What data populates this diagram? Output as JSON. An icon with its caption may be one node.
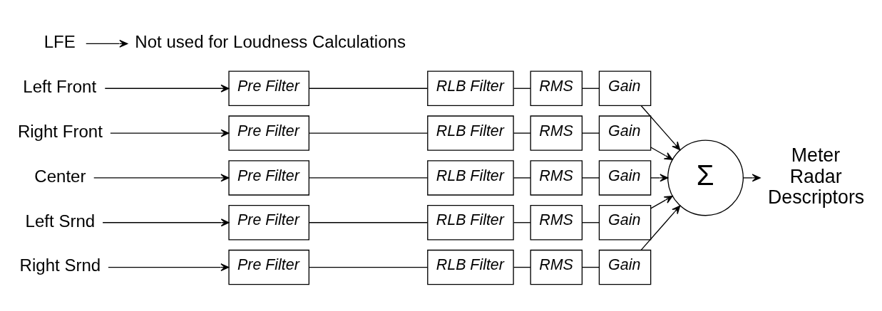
{
  "diagram": {
    "nodes": [
      {
        "text": [
          "Left Front"
        ]
      },
      {
        "text": [
          "Pre Filter"
        ]
      },
      {
        "text": [
          "RLB Filter"
        ]
      },
      {
        "text": [
          "RMS"
        ]
      },
      {
        "text": [
          "Gain"
        ]
      },
      {
        "text": [
          "Right Front"
        ]
      },
      {
        "text": [
          "Pre Filter"
        ]
      },
      {
        "text": [
          "RLB Filter"
        ]
      },
      {
        "text": [
          "RMS"
        ]
      },
      {
        "text": [
          "Gain"
        ]
      },
      {
        "text": [
          "Center"
        ]
      },
      {
        "text": [
          "Pre Filter"
        ]
      },
      {
        "text": [
          "RLB Filter"
        ]
      },
      {
        "text": [
          "RMS"
        ]
      },
      {
        "text": [
          "Gain"
        ]
      },
      {
        "text": [
          "Left Srnd"
        ]
      },
      {
        "text": [
          "Pre Filter"
        ]
      },
      {
        "text": [
          "RLB Filter"
        ]
      },
      {
        "text": [
          "RMS"
        ]
      },
      {
        "text": [
          "Gain"
        ]
      },
      {
        "text": [
          "Right Srnd"
        ]
      },
      {
        "text": [
          "Pre Filter"
        ]
      },
      {
        "text": [
          "RLB Filter"
        ]
      },
      {
        "text": [
          "RMS"
        ]
      },
      {
        "text": [
          "Gain"
        ]
      },
      {
        "text": [
          "Σ"
        ]
      },
      {
        "text": [
          "Meter Radar Descriptors"
        ]
      },
      {
        "text": [
          "LFE"
        ]
      },
      {
        "text": [
          "Not used for Loudness Calculations"
        ]
      }
    ],
    "edges": [
      {
        "from": 0,
        "to": 1,
        "arrow": "to"
      },
      {
        "from": 1,
        "to": 2,
        "arrow": "none"
      },
      {
        "from": 2,
        "to": 3,
        "arrow": "none"
      },
      {
        "from": 3,
        "to": 4,
        "arrow": "none"
      },
      {
        "from": 4,
        "to": 25,
        "arrow": "to"
      },
      {
        "from": 5,
        "to": 6,
        "arrow": "to"
      },
      {
        "from": 6,
        "to": 7,
        "arrow": "none"
      },
      {
        "from": 7,
        "to": 8,
        "arrow": "none"
      },
      {
        "from": 8,
        "to": 9,
        "arrow": "none"
      },
      {
        "from": 9,
        "to": 25,
        "arrow": "to"
      },
      {
        "from": 10,
        "to": 11,
        "arrow": "to"
      },
      {
        "from": 11,
        "to": 12,
        "arrow": "none"
      },
      {
        "from": 12,
        "to": 13,
        "arrow": "none"
      },
      {
        "from": 13,
        "to": 14,
        "arrow": "none"
      },
      {
        "from": 14,
        "to": 25,
        "arrow": "to"
      },
      {
        "from": 15,
        "to": 16,
        "arrow": "to"
      },
      {
        "from": 16,
        "to": 17,
        "arrow": "none"
      },
      {
        "from": 17,
        "to": 18,
        "arrow": "none"
      },
      {
        "from": 18,
        "to": 19,
        "arrow": "none"
      },
      {
        "from": 19,
        "to": 25,
        "arrow": "to"
      },
      {
        "from": 20,
        "to": 21,
        "arrow": "to"
      },
      {
        "from": 21,
        "to": 22,
        "arrow": "none"
      },
      {
        "from": 22,
        "to": 23,
        "arrow": "none"
      },
      {
        "from": 23,
        "to": 24,
        "arrow": "none"
      },
      {
        "from": 24,
        "to": 25,
        "arrow": "to"
      },
      {
        "from": 25,
        "to": 26,
        "arrow": "to"
      },
      {
        "from": 27,
        "to": 28,
        "arrow": "to"
      }
    ]
  }
}
